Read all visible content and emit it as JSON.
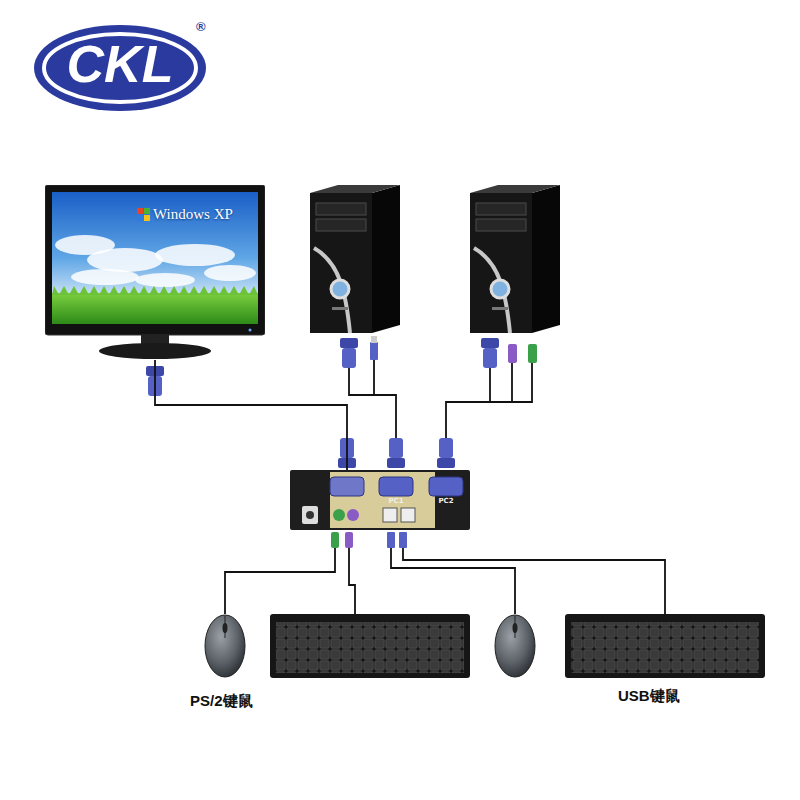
{
  "diagram": {
    "nodes": [
      {
        "text": [
          "Windows XP"
        ]
      },
      {
        "text": [
          "PC1",
          "PC2"
        ]
      }
    ],
    "edges": [
      {
        "from": 0,
        "to": 1,
        "arrow": "none"
      }
    ],
    "labels": [
      "CKL",
      "®",
      "PS/2键鼠",
      "USB键鼠"
    ]
  }
}
